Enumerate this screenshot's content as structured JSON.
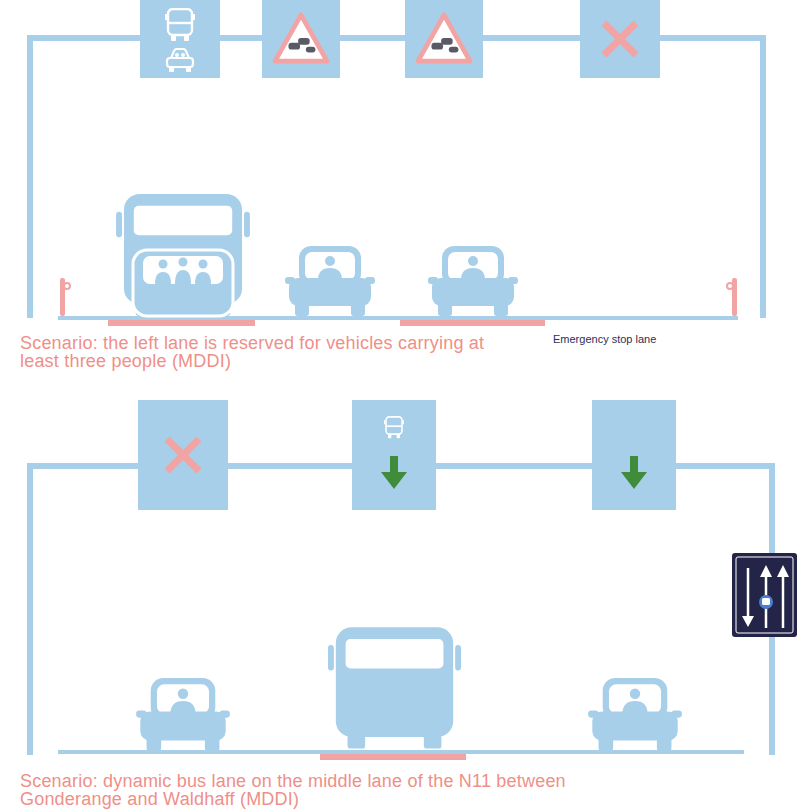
{
  "diagram": {
    "labels": [
      "Scenario: the left lane is reserved for vehicles carrying at least three people (MDDI)",
      "Emergency stop lane",
      "Scenario: dynamic bus lane on the middle lane of the N11 between Gonderange and Waldhaff (MDDI)"
    ]
  }
}
